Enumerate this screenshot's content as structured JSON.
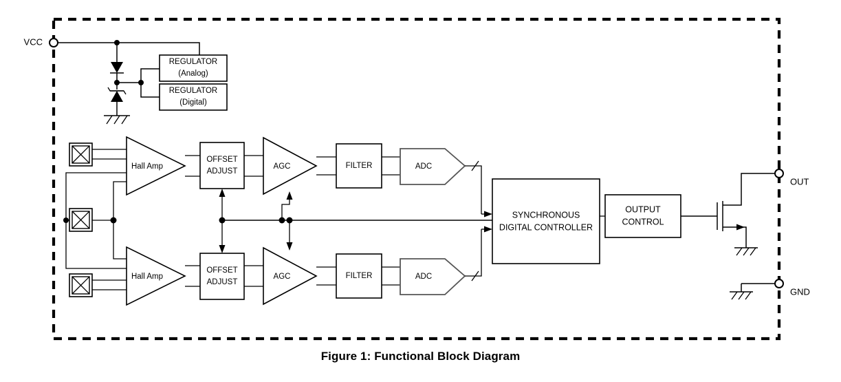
{
  "figure": {
    "caption": "Figure 1: Functional Block Diagram",
    "package_boundary": "dashed-package-outline"
  },
  "pins": [
    {
      "name": "VCC",
      "label": "VCC",
      "side": "left"
    },
    {
      "name": "OUT",
      "label": "OUT",
      "side": "right"
    },
    {
      "name": "GND",
      "label": "GND",
      "side": "right"
    }
  ],
  "power": {
    "regulator_analog": {
      "line1": "REGULATOR",
      "line2": "(Analog)"
    },
    "regulator_digital": {
      "line1": "REGULATOR",
      "line2": "(Digital)"
    },
    "protection": "series-diode-and-zener-to-ground"
  },
  "signal_chain_top": {
    "hall_amp": "Hall Amp",
    "offset_adjust": {
      "line1": "OFFSET",
      "line2": "ADJUST"
    },
    "agc": "AGC",
    "filter": "FILTER",
    "adc": "ADC"
  },
  "signal_chain_bottom": {
    "hall_amp": "Hall Amp",
    "offset_adjust": {
      "line1": "OFFSET",
      "line2": "ADJUST"
    },
    "agc": "AGC",
    "filter": "FILTER",
    "adc": "ADC"
  },
  "controller": {
    "line1": "SYNCHRONOUS",
    "line2": "DIGITAL CONTROLLER"
  },
  "output_control": {
    "line1": "OUTPUT",
    "line2": "CONTROL"
  },
  "hall_elements": [
    {
      "name": "hall-element-top"
    },
    {
      "name": "hall-element-middle"
    },
    {
      "name": "hall-element-bottom"
    }
  ],
  "output_stage": {
    "device": "n-channel-mosfet"
  },
  "colors": {
    "line": "#000000",
    "fill": "#ffffff",
    "adc_outline": "#555555",
    "background": "#ffffff"
  }
}
